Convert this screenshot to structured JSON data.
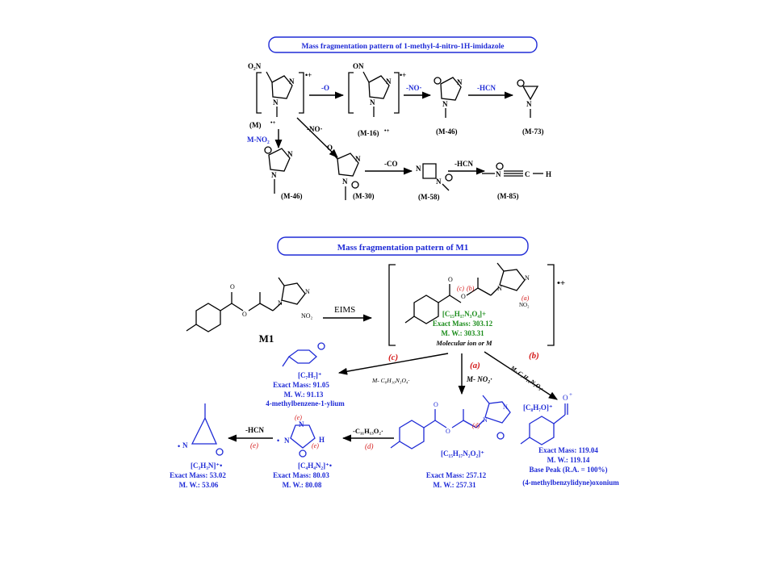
{
  "title1": "Mass fragmentation pattern of 1-methyl-4-nitro-1H-imidazole",
  "title2": "Mass fragmentation pattern of M1",
  "top": {
    "no2_label": "O₂N",
    "on_label": "ON",
    "o_label": "O",
    "M": "(M)",
    "M16": "(M-16)",
    "M46a": "(M-46)",
    "M73": "(M-73)",
    "M46b": "(M-46)",
    "M30": "(M-30)",
    "M58": "(M-58)",
    "M85": "(M-85)",
    "loss_O": "-O",
    "loss_NO_a": "-NO·",
    "loss_HCN_a": "-HCN",
    "loss_MNO2": "M-NO₂",
    "loss_NO_b": "-NO·",
    "loss_CO": "-CO",
    "loss_HCN_b": "-HCN",
    "ion_sym": "•+",
    "N": "N",
    "C": "C",
    "H": "H"
  },
  "m1": {
    "label": "M1",
    "eims": "EIMS",
    "no2": "NO₂",
    "o": "O",
    "n": "N",
    "formula": "[C₁₅H₁₇N₃O₄]+",
    "exact": "Exact Mass: 303.12",
    "mw": "M. W.: 303.31",
    "molion": "Molecular ion or M",
    "ion_sym": "•+",
    "a": "(a)",
    "b": "(b)",
    "c": "(c)",
    "d": "(d)",
    "e": "(e)"
  },
  "path_c": {
    "label": "(c)",
    "loss": "M- C₈H₁₀N₃O₄·",
    "formula": "[C₇H₇]⁺",
    "exact": "Exact Mass: 91.05",
    "mw": "M. W.: 91.13",
    "name": "4-methylbenzene-1-ylium"
  },
  "path_a": {
    "label": "(a)",
    "loss": "M- NO₂·",
    "formula": "[C₁₅H₁₇N₂O₂]⁺",
    "exact": "Exact Mass: 257.12",
    "mw": "M. W.: 257.31"
  },
  "path_b": {
    "label": "(b)",
    "loss": "M- C₇H₁₀N₃O₃·",
    "formula": "[C₈H₇O]⁺",
    "exact": "Exact Mass: 119.04",
    "mw": "M. W.: 119.14",
    "base": "Base Peak (R.A. = 100%)",
    "name": "(4-methylbenzylidyne)oxonium"
  },
  "path_d": {
    "label": "(d)",
    "loss": "-C₁₁H₁₃O₂·",
    "formula": "[C₄H₄N₂]⁺•",
    "exact": "Exact Mass: 80.03",
    "mw": "M. W.: 80.08"
  },
  "path_e": {
    "label": "(e)",
    "loss": "-HCN",
    "formula": "[C₃H₃N]⁺•",
    "exact": "Exact Mass: 53.02",
    "mw": "M. W.: 53.06"
  }
}
